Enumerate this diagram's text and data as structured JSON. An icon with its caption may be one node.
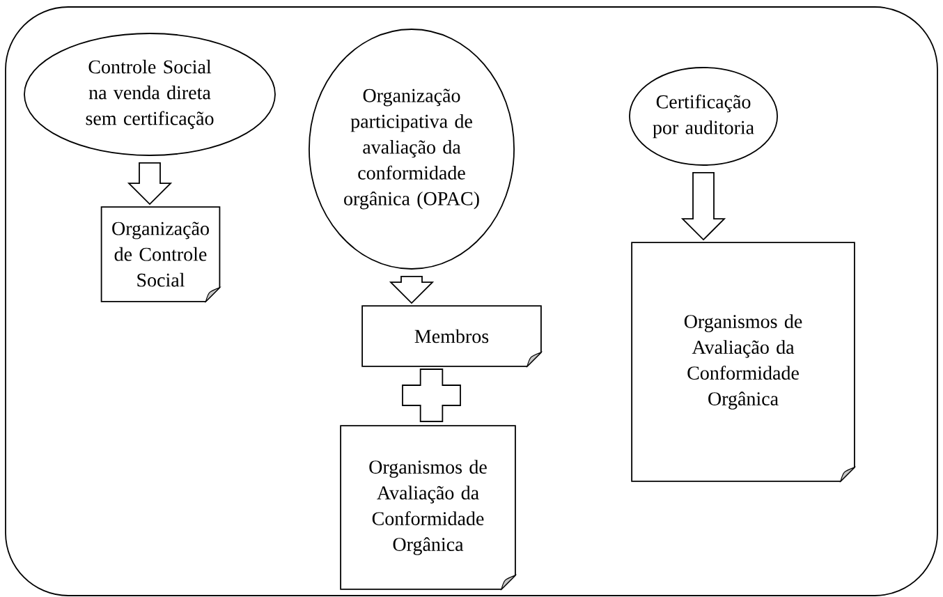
{
  "diagram": {
    "nodes": [
      {
        "text": [],
        "shape": "box"
      },
      {
        "text": [
          "Controle Social na venda direta sem certificação"
        ],
        "in": 0
      },
      {
        "text": [
          "Organização de Controle Social"
        ],
        "in": 0
      },
      {
        "text": [
          "Organização participativa de avaliação da conformidade orgânica (OPAC)"
        ],
        "in": 0
      },
      {
        "text": [
          "Membros"
        ],
        "in": 0
      },
      {
        "text": [],
        "shape": "cross",
        "in": 0
      },
      {
        "text": [
          "Organismos de Avaliação da Conformidade Orgânica"
        ],
        "in": 0
      },
      {
        "text": [
          "Certificação por auditoria"
        ],
        "in": 0
      },
      {
        "text": [
          "Organismos de Avaliação da Conformidade Orgânica"
        ],
        "in": 0
      }
    ],
    "edges": [
      {
        "from": 1,
        "to": 2,
        "arrow": "to"
      },
      {
        "from": 3,
        "to": 4,
        "arrow": "to"
      },
      {
        "from": 7,
        "to": 8,
        "arrow": "to"
      }
    ]
  }
}
